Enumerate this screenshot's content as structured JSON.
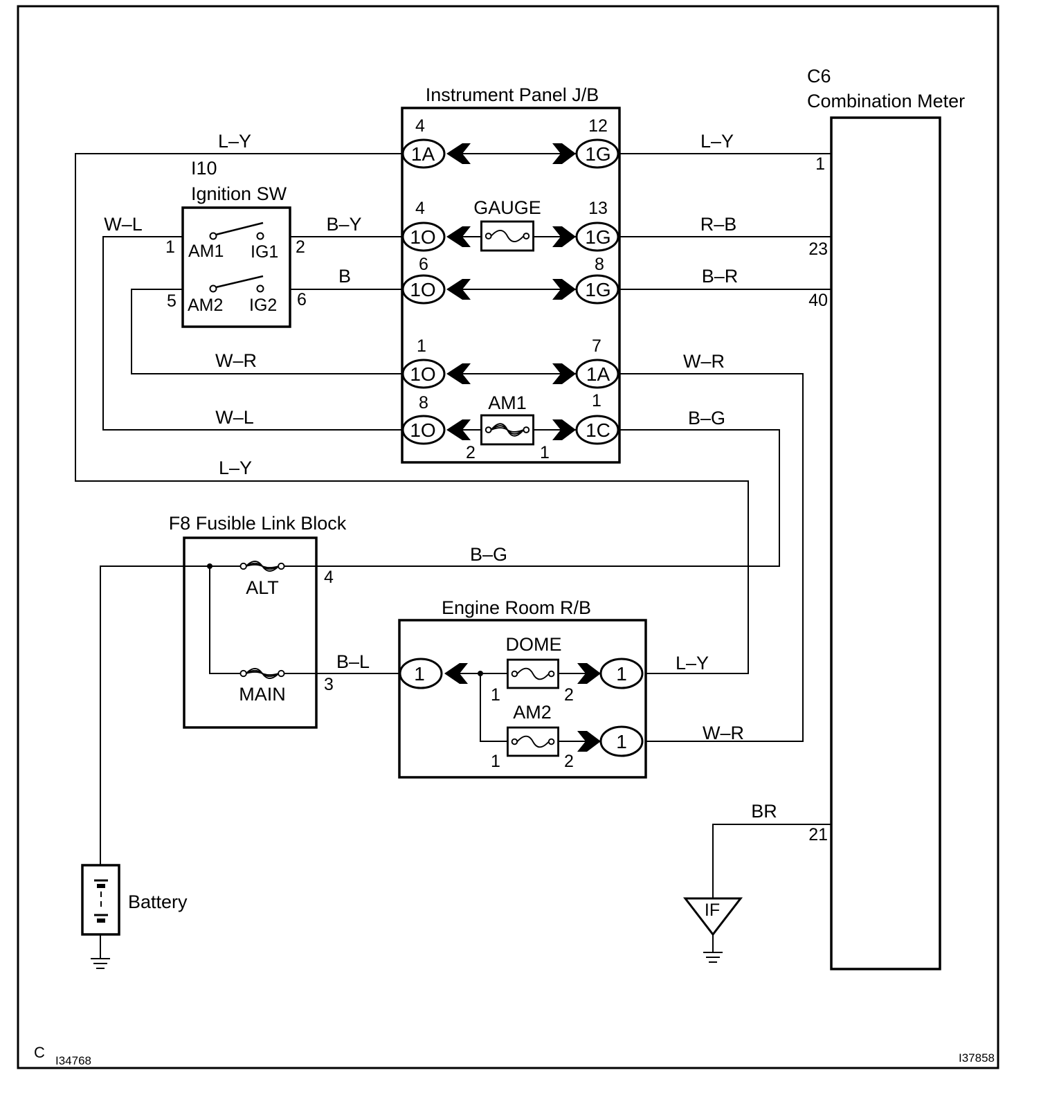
{
  "components": {
    "jb_title": "Instrument Panel J/B",
    "meter_code": "C6",
    "meter_name": "Combination Meter",
    "ign_code": "I10",
    "ign_name": "Ignition SW",
    "fl_title": "F8 Fusible Link Block",
    "er_title": "Engine Room R/B",
    "battery": "Battery",
    "ground_if": "IF"
  },
  "fuses": {
    "gauge": "GAUGE",
    "am1": "AM1",
    "alt": "ALT",
    "main": "MAIN",
    "dome": "DOME",
    "am2": "AM2"
  },
  "switch_terminals": [
    "AM1",
    "IG1",
    "AM2",
    "IG2"
  ],
  "connectors": {
    "c1a_l": "1A",
    "c1g_1": "1G",
    "c1o_1": "1O",
    "c1g_2": "1G",
    "c1o_2": "1O",
    "c1g_3": "1G",
    "c1o_3": "1O",
    "c1a_r": "1A",
    "c1o_4": "1O",
    "c1c": "1C",
    "er_in": "1",
    "er_dome": "1",
    "er_am2": "1"
  },
  "wires": {
    "ly_top_l": "L–Y",
    "ly_top_r": "L–Y",
    "wl_left": "W–L",
    "by": "B–Y",
    "rb": "R–B",
    "b": "B",
    "br_meter": "B–R",
    "wr_l": "W–R",
    "wr_r": "W–R",
    "wl_low": "W–L",
    "bg_r": "B–G",
    "ly_mid": "L–Y",
    "bg_low": "B–G",
    "bl": "B–L",
    "ly_er": "L–Y",
    "wr_er": "W–R",
    "br": "BR"
  },
  "pins": {
    "jb_4a": "4",
    "jb_12": "12",
    "jb_4b": "4",
    "jb_13": "13",
    "jb_6": "6",
    "jb_8a": "8",
    "jb_1a": "1",
    "jb_7": "7",
    "jb_8b": "8",
    "jb_1b": "1",
    "am1_2": "2",
    "am1_1": "1",
    "ign_1": "1",
    "ign_2": "2",
    "ign_5": "5",
    "ign_6": "6",
    "meter_1": "1",
    "meter_23": "23",
    "meter_40": "40",
    "meter_21": "21",
    "fl_4": "4",
    "fl_3": "3",
    "dome_1": "1",
    "dome_2": "2",
    "am2_1": "1",
    "am2_2": "2"
  },
  "codes": {
    "corner": "C",
    "left_id": "I34768",
    "right_id": "I37858"
  }
}
